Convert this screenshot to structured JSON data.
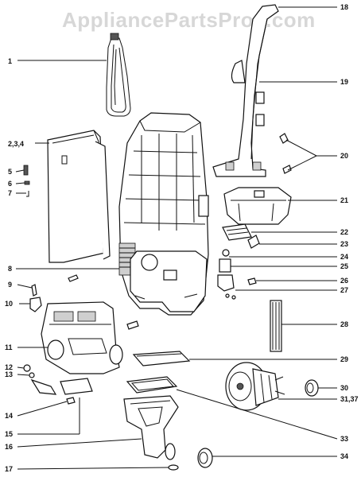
{
  "watermark": "AppliancePartsPros.com",
  "callouts": {
    "c1": "1",
    "c2": "2,3,4",
    "c5": "5",
    "c6": "6",
    "c7": "7",
    "c8": "8",
    "c9": "9",
    "c10": "10",
    "c11": "11",
    "c12": "12",
    "c13": "13",
    "c14": "14",
    "c15": "15",
    "c16": "16",
    "c17": "17",
    "c18": "18",
    "c19": "19",
    "c20": "20",
    "c21": "21",
    "c22": "22",
    "c23": "23",
    "c24": "24",
    "c25": "25",
    "c26": "26",
    "c27": "27",
    "c28": "28",
    "c29": "29",
    "c30": "30",
    "c31": "31,37",
    "c33": "33",
    "c34": "34"
  }
}
